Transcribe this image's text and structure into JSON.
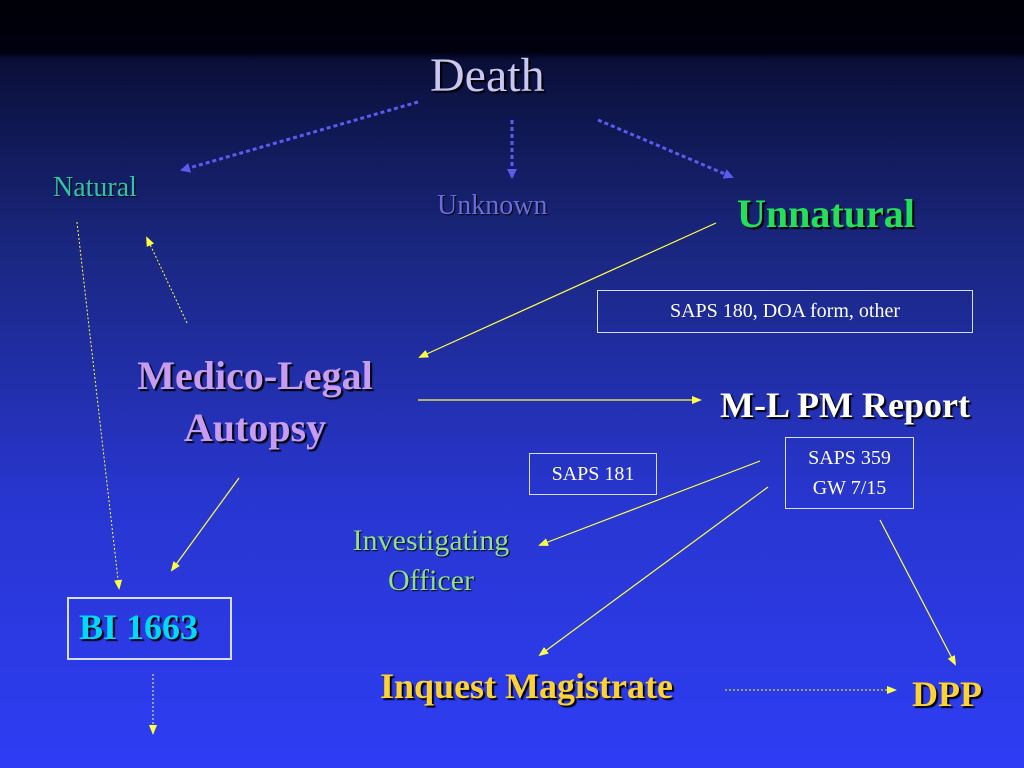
{
  "colors": {
    "title": "#c9c6f2",
    "natural": "#2fc3a9",
    "unknown": "#6c6cd8",
    "unnatural": "#22e05a",
    "autopsy": "#c79cf2",
    "report": "#ffffff",
    "box_text": "#ffffff",
    "investigating": "#8ee08a",
    "bi": "#00d8ff",
    "magistrate": "#ffd233",
    "dpp": "#ffd233",
    "dotted_arrow": "#5b5bf0",
    "yellow_arrow": "#ffff44"
  },
  "nodes": {
    "death": "Death",
    "natural": "Natural",
    "unknown": "Unknown",
    "unnatural": "Unnatural",
    "autopsy_line1": "Medico-Legal",
    "autopsy_line2": "Autopsy",
    "ml_pm_report": "M-L PM Report",
    "investigating_line1": "Investigating",
    "investigating_line2": "Officer",
    "bi_1663": "BI 1663",
    "inquest_magistrate": "Inquest Magistrate",
    "dpp": "DPP"
  },
  "boxes": {
    "saps_180": "SAPS 180, DOA form, other",
    "saps_181": "SAPS 181",
    "saps_359_line1": "SAPS 359",
    "saps_359_line2": "GW 7/15"
  }
}
